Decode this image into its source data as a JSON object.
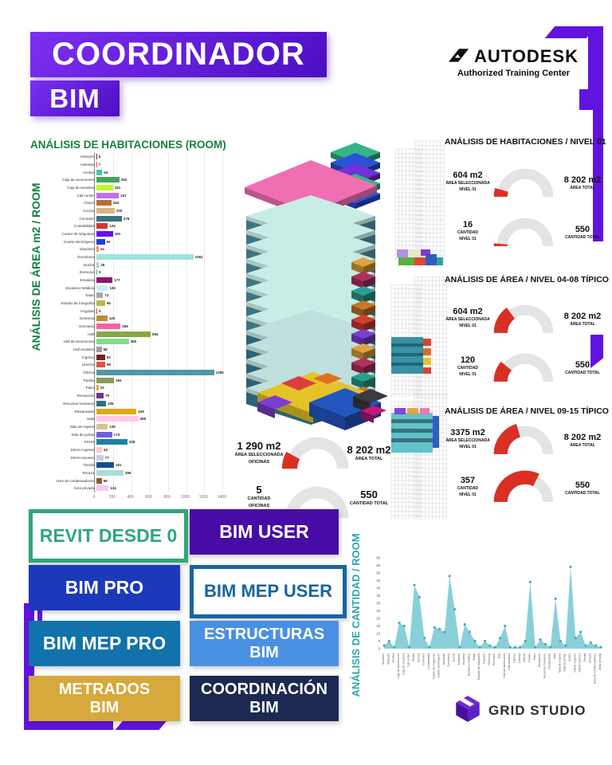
{
  "page": {
    "accent_purple": "#6113e0",
    "accent_red": "#d93025",
    "accent_green": "#14813f",
    "accent_teal": "#2ba7ae"
  },
  "header": {
    "title_line1": "COORDINADOR",
    "title_line2": "BIM",
    "autodesk_brand": "AUTODESK",
    "autodesk_subtitle": "Authorized Training Center"
  },
  "left_chart": {
    "title": "ANÁLISIS DE HABITACIONES (ROOM)",
    "y_axis_label": "ANÁLISIS DE ÁREA m2 / ROOM"
  },
  "selection_block": {
    "gauges": [
      {
        "value": "1 290 m2",
        "label_lines": [
          "ÁREA SELECCIONADA",
          "OFICINAS"
        ],
        "total": "8 202 m2",
        "total_label": "ÁREA TOTAL",
        "fraction": 0.16
      },
      {
        "value": "5",
        "label_lines": [
          "CANTIDAD",
          "OFICINAS"
        ],
        "total": "550",
        "total_label": "CANTIDAD TOTAL",
        "fraction": 0.012
      }
    ]
  },
  "level_panels": [
    {
      "title": "ANÁLISIS DE HABITACIONES / NIVEL 01",
      "highlight": "base",
      "gauges": [
        {
          "value": "604 m2",
          "label_lines": [
            "ÁREA SELECCIONADA",
            "NIVEL 01"
          ],
          "total": "8 202 m2",
          "total_label": "ÁREA TOTAL",
          "fraction": 0.09
        },
        {
          "value": "16",
          "label_lines": [
            "CANTIDAD",
            "NIVEL 01"
          ],
          "total": "550",
          "total_label": "CANTIDAD TOTAL",
          "fraction": 0.03
        }
      ]
    },
    {
      "title": "ANÁLISIS DE ÁREA / NIVEL 04-08 TÍPICO",
      "highlight": "mid",
      "gauges": [
        {
          "value": "604 m2",
          "label_lines": [
            "ÁREA SELECCIONADA",
            "NIVEL 01"
          ],
          "total": "8 202 m2",
          "total_label": "ÁREA TOTAL",
          "fraction": 0.3
        },
        {
          "value": "120",
          "label_lines": [
            "CANTIDAD",
            "NIVEL 01"
          ],
          "total": "550",
          "total_label": "CANTIDAD TOTAL",
          "fraction": 0.22
        }
      ]
    },
    {
      "title": "ANÁLISIS DE ÁREA / NIVEL 09-15 TÍPICO",
      "highlight": "top",
      "gauges": [
        {
          "value": "3375 m2",
          "label_lines": [
            "ÁREA SELECCIONADA",
            "NIVEL 01"
          ],
          "total": "8 202 m2",
          "total_label": "ÁREA TOTAL",
          "fraction": 0.41
        },
        {
          "value": "357",
          "label_lines": [
            "CANTIDAD",
            "NIVEL 01"
          ],
          "total": "550",
          "total_label": "CANTIDAD TOTAL",
          "fraction": 0.65
        }
      ]
    }
  ],
  "courses": [
    {
      "label": "REVIT DESDE 0",
      "style": "outline-green"
    },
    {
      "label": "BIM USER",
      "style": "purple"
    },
    {
      "label": "BIM PRO",
      "style": "blue"
    },
    {
      "label": "BIM MEP USER",
      "style": "outline-blue"
    },
    {
      "label": "BIM MEP PRO",
      "style": "mid-blue"
    },
    {
      "label": "ESTRUCTURAS\nBIM",
      "style": "light-blue"
    },
    {
      "label": "METRADOS\nBIM",
      "style": "gold"
    },
    {
      "label": "COORDINACIÓN\nBIM",
      "style": "navy"
    }
  ],
  "footer": {
    "logo_text": "GRID STUDIO"
  },
  "chart_data": [
    {
      "type": "bar",
      "orientation": "horizontal",
      "title": "ANÁLISIS DE HABITACIONES (ROOM)",
      "ylabel": "ANÁLISIS DE ÁREA m2 / ROOM",
      "xlim": [
        0,
        1450
      ],
      "xticks": [
        0,
        200,
        400,
        600,
        800,
        1000,
        1200,
        1400
      ],
      "categories": [
        "Almacén",
        "Antesala",
        "Azotea",
        "Caja de ascensores",
        "Caja de escalera",
        "Call center",
        "Closet",
        "Cocina",
        "Comedor",
        "Contabilidad",
        "Cuarto de máquinas",
        "Cuarto electrógeno",
        "Depósito",
        "Dormitorio",
        "Ducha",
        "Extractor",
        "Escalera",
        "Escalera metálica",
        "Estar",
        "Estudio de fotografía",
        "Frigobar",
        "Gerencia",
        "Gimnasio",
        "Hall",
        "Hall de ascensores",
        "Hall escalera",
        "Ingreso",
        "Librería",
        "Oficina",
        "Pasillo",
        "Patio",
        "Recepción",
        "Recursos humanos",
        "Restaurante",
        "Sala",
        "Sala de espera",
        "Sala de juntas",
        "SSHH",
        "SSHH mujeres",
        "SSHH varones",
        "Tienda",
        "Terraza",
        "Área de condensadores",
        "Área privada"
      ],
      "values": [
        6,
        7,
        64,
        252,
        181,
        247,
        164,
        200,
        278,
        124,
        181,
        92,
        24,
        1062,
        28,
        9,
        177,
        125,
        73,
        95,
        9,
        120,
        265,
        594,
        355,
        58,
        93,
        96,
        1290,
        192,
        23,
        79,
        105,
        439,
        459,
        125,
        173,
        338,
        62,
        77,
        191,
        296,
        58,
        134
      ],
      "colors": [
        "#8b1a1a",
        "#e05038",
        "#45c4b0",
        "#43a45f",
        "#c6f527",
        "#c06ff2",
        "#b5722a",
        "#d9b380",
        "#37727d",
        "#d8342c",
        "#6610f2",
        "#1f3de0",
        "#f28f6b",
        "#9fe3dc",
        "#b9c3cf",
        "#2ab5ac",
        "#8e1570",
        "#c2f3f3",
        "#a9a9a9",
        "#b9ba45",
        "#d43c2c",
        "#c08b2d",
        "#ff5fa2",
        "#86a83f",
        "#84d98a",
        "#9e9e9e",
        "#7a1f1f",
        "#e0543c",
        "#4f97a8",
        "#8a9a53",
        "#e8a33d",
        "#7b2d8b",
        "#2e6f7e",
        "#e3a712",
        "#ffc9e8",
        "#d9c18a",
        "#6f5de8",
        "#1f7fa8",
        "#f8c8d4",
        "#c9c9f2",
        "#14518c",
        "#aadbdb",
        "#8a5a2a",
        "#f9c6ef"
      ]
    },
    {
      "type": "area",
      "title": "",
      "ylabel": "ANÁLISIS DE CANTIDAD / ROOM",
      "ylim": [
        0,
        60
      ],
      "yticks": [
        0,
        5,
        10,
        15,
        20,
        25,
        30,
        35,
        40,
        45,
        50,
        55,
        60
      ],
      "categories": [
        "Almacén",
        "Antesala",
        "Azotea",
        "Caja de ascensores",
        "Caja de escalera",
        "Call center",
        "Closet",
        "Cocina",
        "Comedor",
        "Contabilidad",
        "Cuarto de máquinas",
        "Cuarto electrógeno",
        "Depósito",
        "Dormitorio",
        "Ducha",
        "Extractor",
        "Escalera",
        "Escalera metálica",
        "Estar",
        "Estudio de fotografía",
        "Frigobar",
        "Gerencia",
        "Gimnasio",
        "Hall",
        "Hall de ascensores",
        "Hall escalera",
        "Ingreso",
        "Librería",
        "Oficina",
        "Pasillo",
        "Patio",
        "Recepción",
        "Recursos humanos",
        "Restaurante",
        "Sala",
        "Sala de espera",
        "Sala de juntas",
        "SSHH",
        "SSHH mujeres",
        "SSHH varones",
        "Tienda",
        "Terraza",
        "Área de condensadores",
        "Área privada"
      ],
      "values": [
        2,
        5,
        1,
        17,
        15,
        1,
        42,
        34,
        7,
        1,
        14,
        13,
        11,
        48,
        26,
        1,
        16,
        11,
        5,
        1,
        5,
        2,
        1,
        7,
        15,
        1,
        1,
        1,
        5,
        44,
        1,
        6,
        3,
        1,
        33,
        5,
        2,
        54,
        7,
        11,
        2,
        4,
        2,
        1
      ],
      "fill_color": "#7fcbd6",
      "dot_color": "#3fb0c0"
    }
  ]
}
